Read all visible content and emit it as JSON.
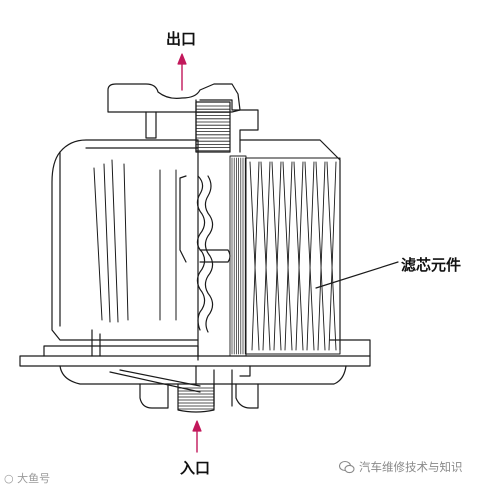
{
  "labels": {
    "outlet": "出口",
    "inlet": "入口",
    "filter_element": "滤芯元件"
  },
  "watermarks": {
    "left": "大鱼号",
    "right": "汽车维修技术与知识"
  },
  "icons": {
    "watermark_left": "camera-logo-icon",
    "watermark_right": "wechat-icon"
  },
  "colors": {
    "line": "#1a1a1a",
    "arrow": "#c2185b",
    "watermark": "#8a8a8a"
  }
}
